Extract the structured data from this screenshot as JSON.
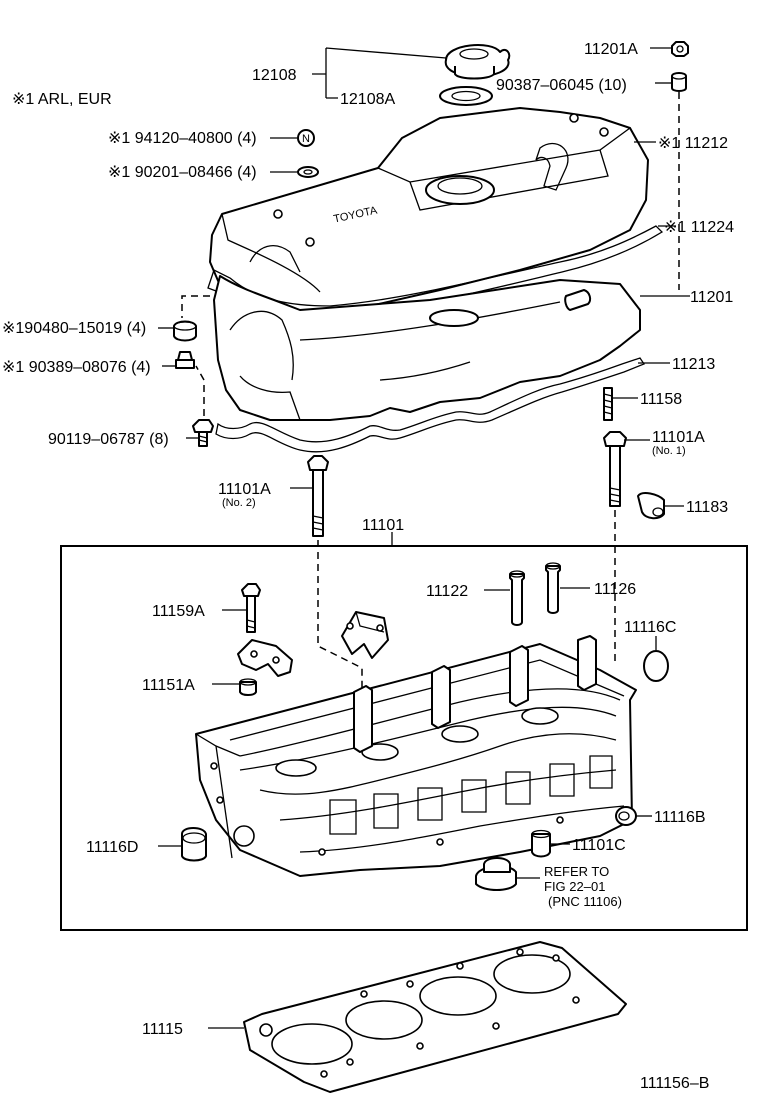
{
  "note": "※1 ARL, EUR",
  "figure_code": "111156–B",
  "labels": {
    "p12108": "12108",
    "p12108A": "12108A",
    "p11201A": "11201A",
    "p90387": "90387–06045 (10)",
    "p94120": "※1 94120–40800 (4)",
    "p90201": "※1 90201–08466 (4)",
    "p11212": "※1 11212",
    "p11224": "※1 11224",
    "p11201": "11201",
    "p90480": "※190480–15019 (4)",
    "p90389": "※1 90389–08076 (4)",
    "p11213": "11213",
    "p11158": "11158",
    "p90119": "90119–06787 (8)",
    "p11101A_1": "11101A",
    "p11101A_1_sub": "(No. 1)",
    "p11101A_2": "11101A",
    "p11101A_2_sub": "(No. 2)",
    "p11183": "11183",
    "p11101": "11101",
    "p11122": "11122",
    "p11126": "11126",
    "p11159A": "11159A",
    "p11116C": "11116C",
    "p11151A": "11151A",
    "p11116B": "11116B",
    "p11116D": "11116D",
    "p11101C": "11101C",
    "refer_1": "REFER TO",
    "refer_2": "FIG 22–01",
    "refer_3": "(PNC 11106)",
    "p11115": "11115",
    "nut_mark": "N",
    "cover_brand": "TOYOTA"
  }
}
